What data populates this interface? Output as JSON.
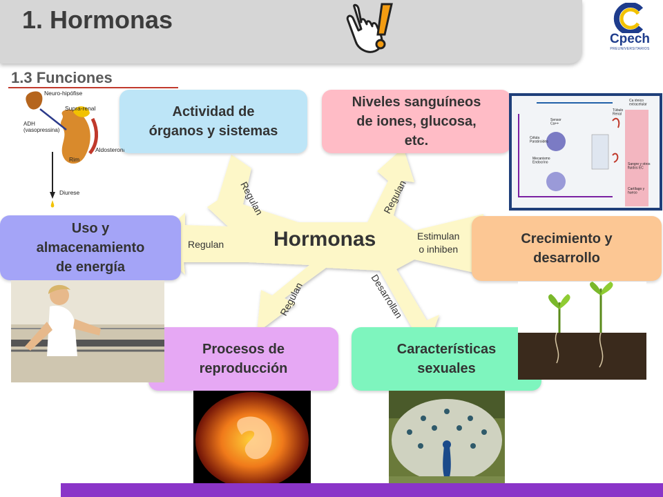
{
  "header": {
    "title": "1. Hormonas",
    "subtitle": "1.3 Funciones",
    "logo": {
      "name": "Cpech",
      "tagline": "PREUNIVERSITARIOS"
    }
  },
  "diagram": {
    "center": "Hormonas",
    "arms": {
      "top_left": "Regulan",
      "top_right": "Regulan",
      "left": "Regulan",
      "right": "Estimulan\no inhiben",
      "bottom_left": "Regulan",
      "bottom_right": "Desarrollan"
    },
    "boxes": {
      "organs": "Actividad de\nórganos y sistemas",
      "blood_levels": "Niveles sanguíneos\nde iones, glucosa,\netc.",
      "energy": "Uso y\nalmacenamiento\nde energía",
      "growth": "Crecimiento y\ndesarrollo",
      "reproduction": "Procesos de\nreproducción",
      "sexual": "Características\nsexuales"
    }
  },
  "figures": {
    "kidney": {
      "neuro": "Neuro-hipófise",
      "adrenal": "Supra-renal",
      "adh": "ADH\n(vasopressina)",
      "aldosterone": "Aldosterona",
      "kidney": "Rim",
      "diuresis": "Diurese"
    },
    "calcium": {
      "labels": [
        "Ca iónico\nextracelular",
        "Sensor\nCa++",
        "Célula\nParatiroides",
        "Mecanismo\nEndocrino",
        "Túbulo\nRenal",
        "Sangre y otros\nfluidos EC",
        "Cartílago y\nhueso"
      ]
    }
  },
  "colors": {
    "organs": "#bde5f7",
    "blood_levels": "#ffbcc6",
    "energy": "#a4a4f7",
    "growth": "#fcc794",
    "reproduction": "#e6a8f4",
    "sexual": "#7ef5be",
    "star": "#fdf7c8",
    "bar": "#8a35c8"
  }
}
